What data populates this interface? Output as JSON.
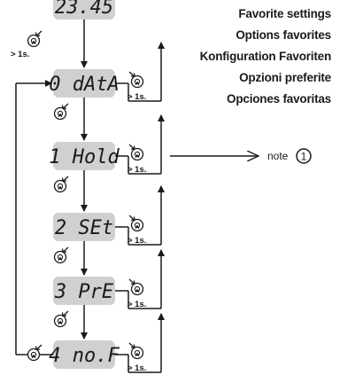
{
  "titles": [
    "Favorite settings",
    "Options favorites",
    "Konfiguration Favoriten",
    "Opzioni preferite",
    "Opciones favoritas"
  ],
  "top_display": "23.45",
  "menu": [
    {
      "display": "0 dAtA"
    },
    {
      "display": "1 Hold"
    },
    {
      "display": "2 SEt"
    },
    {
      "display": "3 PrE"
    },
    {
      "display": "4 no.F"
    }
  ],
  "press_duration": "> 1s.",
  "note_label": "note",
  "note_number": "1",
  "icons": {
    "button_press": "knob-button-icon",
    "circled_number": "circled-number-icon"
  },
  "colors": {
    "lcd_fill": "#d0d0d0",
    "ink": "#1a1a1a"
  }
}
